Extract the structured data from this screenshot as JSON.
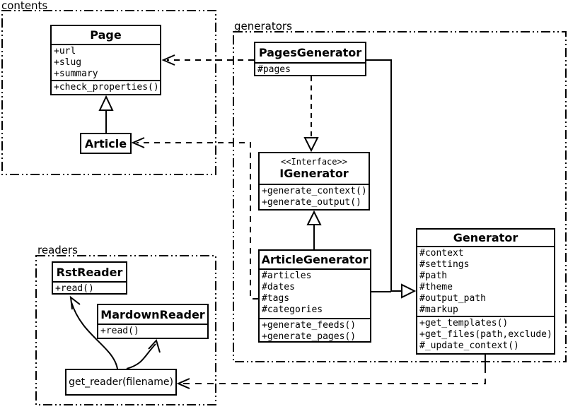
{
  "packages": [
    {
      "name": "contents"
    },
    {
      "name": "generators"
    },
    {
      "name": "readers"
    }
  ],
  "classes": {
    "page": {
      "title": "Page",
      "attributes": [
        "+url",
        "+slug",
        "+summary"
      ],
      "methods": [
        "+check_properties()"
      ]
    },
    "article": {
      "title": "Article"
    },
    "pages_generator": {
      "title": "PagesGenerator",
      "attributes": [
        "#pages"
      ]
    },
    "igenerator": {
      "stereotype": "<<Interface>>",
      "title": "IGenerator",
      "methods": [
        "+generate_context()",
        "+generate_output()"
      ]
    },
    "article_generator": {
      "title": "ArticleGenerator",
      "attributes": [
        "#articles",
        "#dates",
        "#tags",
        "#categories"
      ],
      "methods": [
        "+generate_feeds()",
        "+generate_pages()"
      ]
    },
    "generator": {
      "title": "Generator",
      "attributes": [
        "#context",
        "#settings",
        "#path",
        "#theme",
        "#output_path",
        "#markup"
      ],
      "methods": [
        "+get_templates()",
        "+get_files(path,exclude)",
        "#_update_context()"
      ]
    },
    "rst_reader": {
      "title": "RstReader",
      "methods": [
        "+read()"
      ]
    },
    "mardown_reader": {
      "title": "MardownReader",
      "methods": [
        "+read()"
      ]
    },
    "get_reader": {
      "label": "get_reader(filename)"
    }
  },
  "colors": {
    "line": "#000000",
    "background": "#ffffff"
  }
}
